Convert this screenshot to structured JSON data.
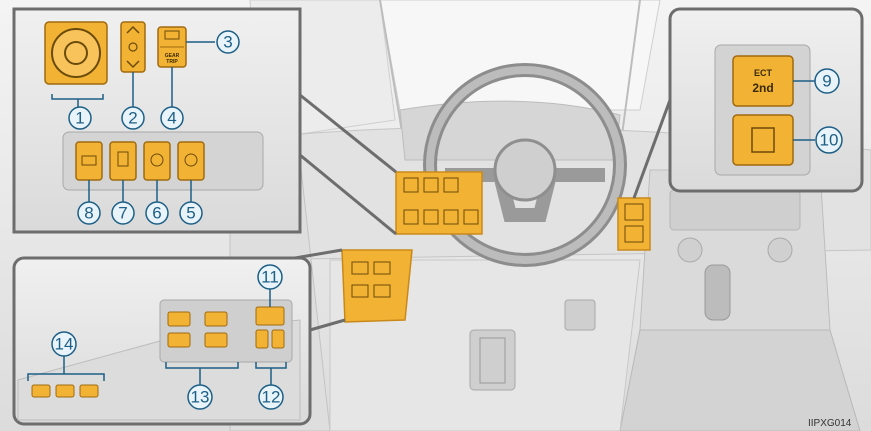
{
  "image_code": "IIPXG014",
  "colors": {
    "accent_yellow": "#f2b233",
    "callout_blue": "#1d5f86",
    "callout_fill": "#e8f3fa",
    "panel_gray": "#e9e9e9",
    "frame_gray": "#6d6d6d"
  },
  "callouts": [
    "1",
    "2",
    "3",
    "4",
    "5",
    "6",
    "7",
    "8",
    "9",
    "10",
    "11",
    "12",
    "13",
    "14"
  ],
  "switch_labels": {
    "ect_line1": "ECT",
    "ect_line2": "2nd",
    "gear_top": "GEAR",
    "gear_bottom": "TRIP"
  }
}
